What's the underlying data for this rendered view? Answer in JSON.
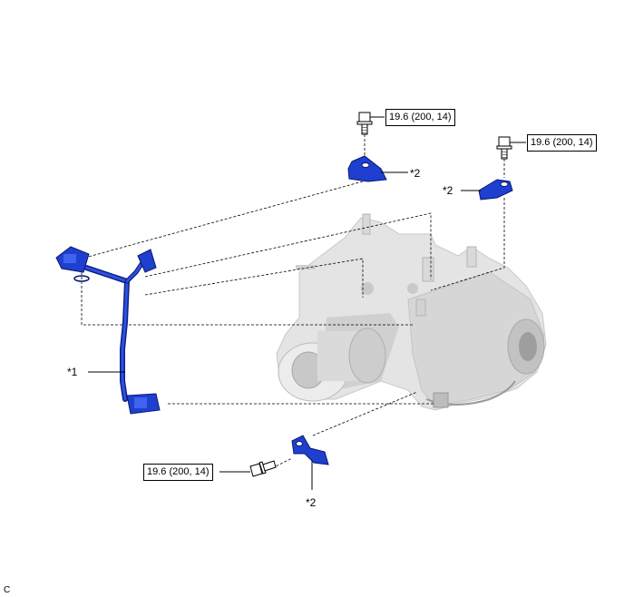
{
  "torque_labels": [
    "19.6 (200, 14)",
    "19.6 (200, 14)",
    "19.6 (200, 14)"
  ],
  "callouts": {
    "harness": "*1",
    "bracket": "*2"
  },
  "illustration_code": "C",
  "colors": {
    "part_highlight": "#1e3fcf",
    "part_dark": "#0c1f8a",
    "housing": "#e6e6e6",
    "housing_shadow": "#bdbdbd",
    "bolt": "#ffffff",
    "leader": "#000000"
  }
}
